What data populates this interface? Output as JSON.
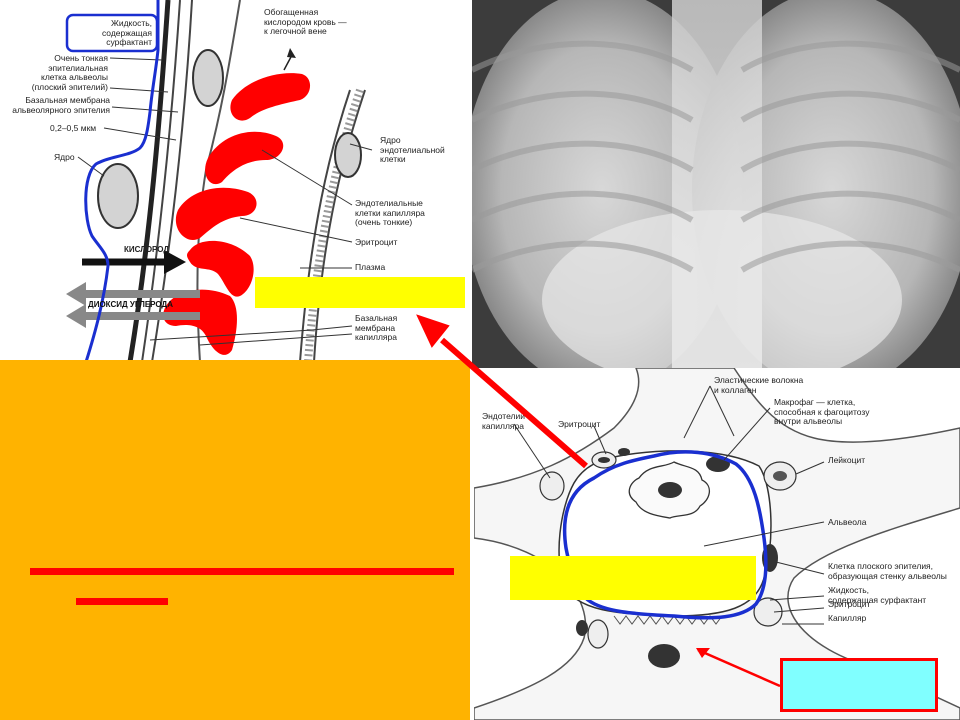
{
  "colors": {
    "orange": "#FFB300",
    "yellow": "#FFFF00",
    "cyan": "#80FFFF",
    "red": "#FF0000",
    "blue": "#1a2fd0",
    "erythrocyte": "#FF0000"
  },
  "left_diagram": {
    "labels": {
      "fluid": "Жидкость,\nсодержащая\nсурфактант",
      "thin_epithelial": "Очень тонкая\nэпителиальная\nклетка альвеолы\n(плоский эпителий)",
      "basal_membrane_epi": "Базальная мембрана\nальвеолярного эпителия",
      "thickness": "0,2–0,5 мкм",
      "nucleus": "Ядро",
      "enriched_blood": "Обогащенная\nкислородом кровь —\nк легочной вене",
      "endothelial_nucleus": "Ядро\nэндотелиальной\nклетки",
      "endothelial_cells": "Эндотелиальные\nклетки капилляра\n(очень тонкие)",
      "erythrocyte": "Эритроцит",
      "plasma": "Плазма",
      "basal_membrane_cap": "Базальная\nмембрана\nкапилляра",
      "oxygen": "КИСЛОРОД",
      "co2": "ДИОКСИД УГЛЕРОДА"
    }
  },
  "alveolus_diagram": {
    "labels": {
      "elastic": "Эластические волокна\nи коллаген",
      "macrophage": "Макрофаг — клетка,\nспособная к фагоцитозу\nвнутри альвеолы",
      "endothelium": "Эндотелий\nкапилляра",
      "erythrocyte_top": "Эритроцит",
      "leukocyte": "Лейкоцит",
      "alveola": "Альвеола",
      "squamous": "Клетка плоского эпителия,\nобразующая стенку альвеолы",
      "fluid": "Жидкость,\nсодержащая сурфактант",
      "erythrocyte_bottom": "Эритроцит",
      "capillary": "Капилляр"
    }
  }
}
